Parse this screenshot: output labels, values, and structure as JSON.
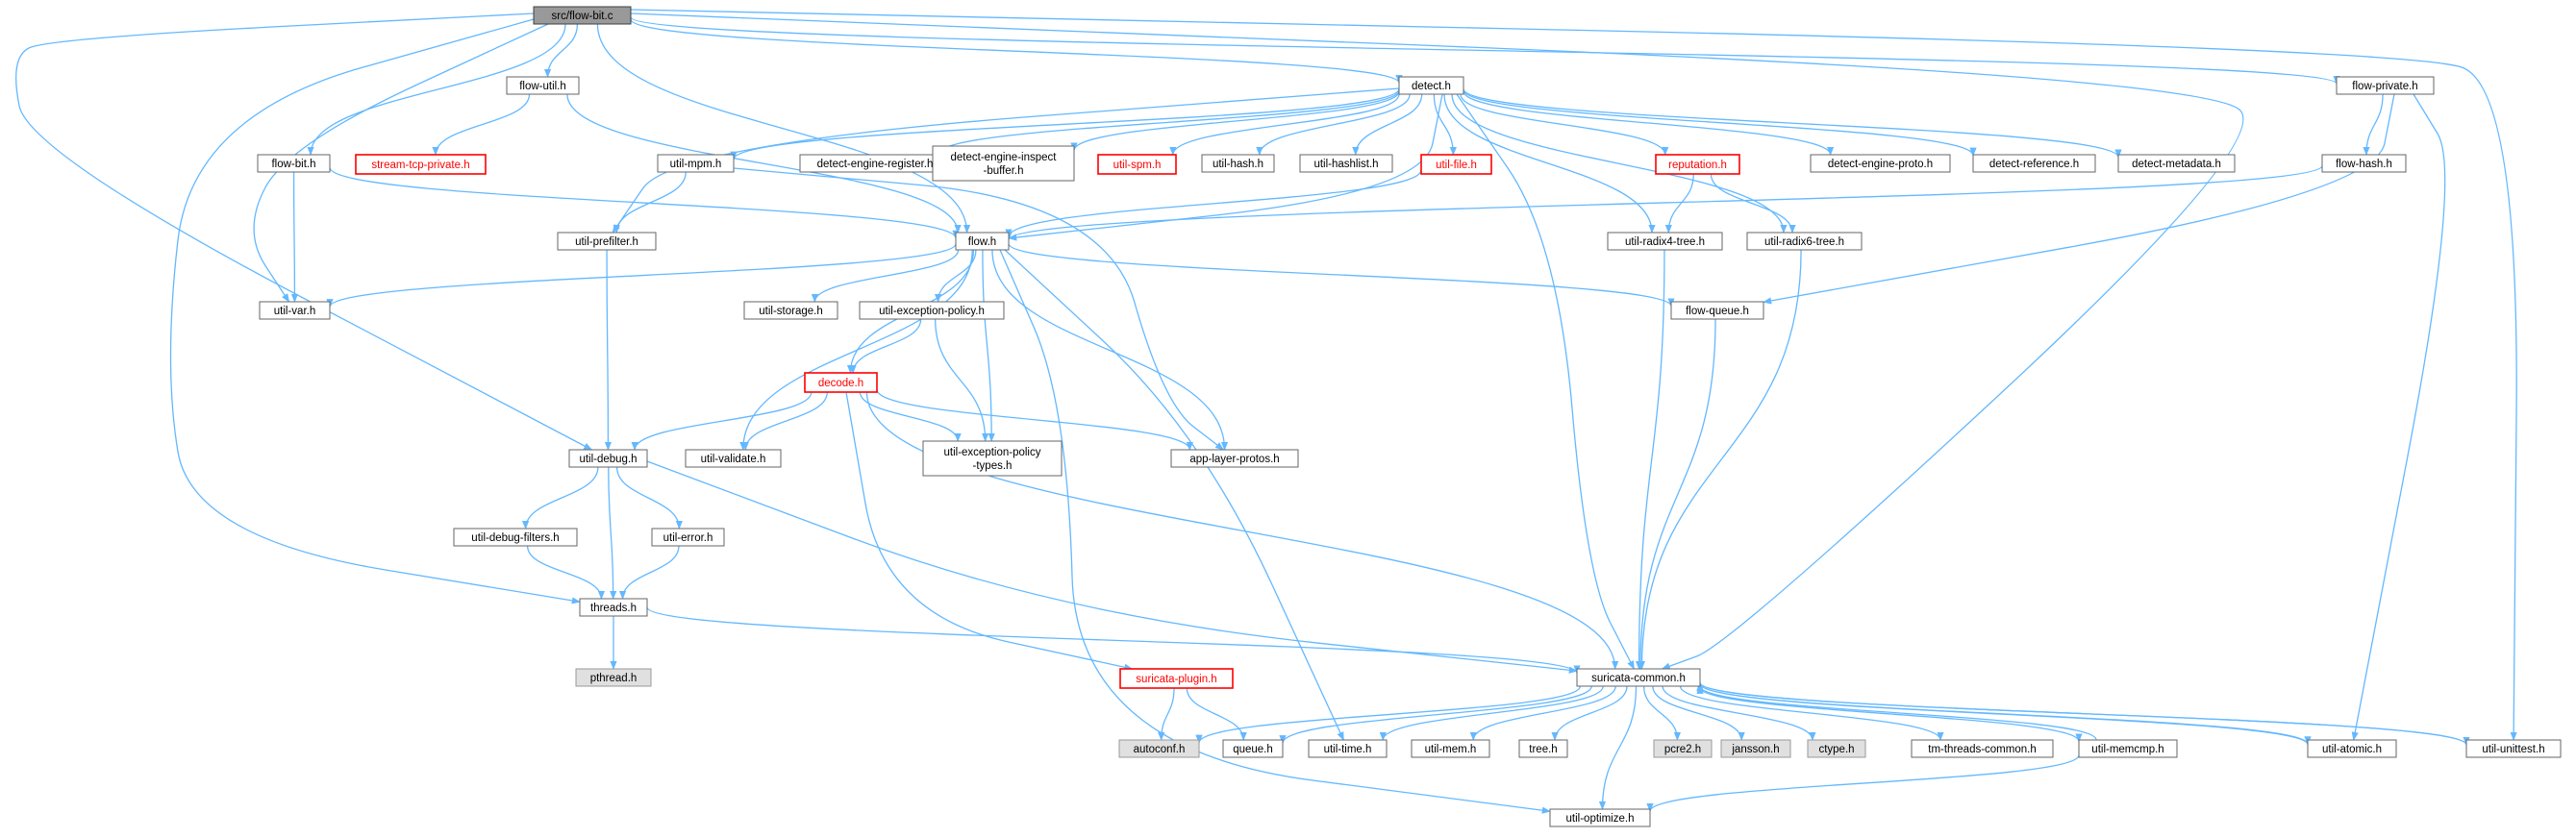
{
  "graph": {
    "colors": {
      "edge": "#63b8ff",
      "node_border": "#666666",
      "node_fill": "#ffffff",
      "root_fill": "#999999",
      "missing_fill": "#e0e0e0",
      "missing_border": "#999999",
      "truncated_border": "#ff0000",
      "text": "#000000",
      "truncated_text": "#ff0000"
    },
    "nodes": [
      {
        "id": "src_flow_bit_c",
        "label": "src/flow-bit.c",
        "style": "root"
      },
      {
        "id": "detect_h",
        "label": "detect.h",
        "style": "normal"
      },
      {
        "id": "flow_private_h",
        "label": "flow-private.h",
        "style": "normal"
      },
      {
        "id": "flow_util_h",
        "label": "flow-util.h",
        "style": "normal"
      },
      {
        "id": "flow_bit_h",
        "label": "flow-bit.h",
        "style": "normal"
      },
      {
        "id": "stream_tcp_private_h",
        "label": "stream-tcp-private.h",
        "style": "truncated"
      },
      {
        "id": "util_mpm_h",
        "label": "util-mpm.h",
        "style": "normal"
      },
      {
        "id": "detect_engine_register_h",
        "label": "detect-engine-register.h",
        "style": "normal"
      },
      {
        "id": "detect_engine_inspect_buffer_h",
        "label": "detect-engine-inspect\n-buffer.h",
        "style": "normal"
      },
      {
        "id": "util_spm_h",
        "label": "util-spm.h",
        "style": "truncated"
      },
      {
        "id": "util_hash_h",
        "label": "util-hash.h",
        "style": "normal"
      },
      {
        "id": "util_hashlist_h",
        "label": "util-hashlist.h",
        "style": "normal"
      },
      {
        "id": "util_file_h",
        "label": "util-file.h",
        "style": "truncated"
      },
      {
        "id": "reputation_h",
        "label": "reputation.h",
        "style": "truncated"
      },
      {
        "id": "detect_engine_proto_h",
        "label": "detect-engine-proto.h",
        "style": "normal"
      },
      {
        "id": "detect_reference_h",
        "label": "detect-reference.h",
        "style": "normal"
      },
      {
        "id": "detect_metadata_h",
        "label": "detect-metadata.h",
        "style": "normal"
      },
      {
        "id": "flow_hash_h",
        "label": "flow-hash.h",
        "style": "normal"
      },
      {
        "id": "util_prefilter_h",
        "label": "util-prefilter.h",
        "style": "normal"
      },
      {
        "id": "flow_h",
        "label": "flow.h",
        "style": "normal"
      },
      {
        "id": "util_radix4_tree_h",
        "label": "util-radix4-tree.h",
        "style": "normal"
      },
      {
        "id": "util_radix6_tree_h",
        "label": "util-radix6-tree.h",
        "style": "normal"
      },
      {
        "id": "util_var_h",
        "label": "util-var.h",
        "style": "normal"
      },
      {
        "id": "util_storage_h",
        "label": "util-storage.h",
        "style": "normal"
      },
      {
        "id": "util_exception_policy_h",
        "label": "util-exception-policy.h",
        "style": "normal"
      },
      {
        "id": "flow_queue_h",
        "label": "flow-queue.h",
        "style": "normal"
      },
      {
        "id": "decode_h",
        "label": "decode.h",
        "style": "truncated"
      },
      {
        "id": "util_debug_h",
        "label": "util-debug.h",
        "style": "normal"
      },
      {
        "id": "util_validate_h",
        "label": "util-validate.h",
        "style": "normal"
      },
      {
        "id": "util_exception_policy_types_h",
        "label": "util-exception-policy\n-types.h",
        "style": "normal"
      },
      {
        "id": "app_layer_protos_h",
        "label": "app-layer-protos.h",
        "style": "normal"
      },
      {
        "id": "util_debug_filters_h",
        "label": "util-debug-filters.h",
        "style": "normal"
      },
      {
        "id": "util_error_h",
        "label": "util-error.h",
        "style": "normal"
      },
      {
        "id": "threads_h",
        "label": "threads.h",
        "style": "normal"
      },
      {
        "id": "pthread_h",
        "label": "pthread.h",
        "style": "missing"
      },
      {
        "id": "suricata_plugin_h",
        "label": "suricata-plugin.h",
        "style": "truncated"
      },
      {
        "id": "suricata_common_h",
        "label": "suricata-common.h",
        "style": "normal"
      },
      {
        "id": "autoconf_h",
        "label": "autoconf.h",
        "style": "missing"
      },
      {
        "id": "queue_h",
        "label": "queue.h",
        "style": "normal"
      },
      {
        "id": "util_time_h",
        "label": "util-time.h",
        "style": "normal"
      },
      {
        "id": "util_mem_h",
        "label": "util-mem.h",
        "style": "normal"
      },
      {
        "id": "tree_h",
        "label": "tree.h",
        "style": "normal"
      },
      {
        "id": "pcre2_h",
        "label": "pcre2.h",
        "style": "missing"
      },
      {
        "id": "jansson_h",
        "label": "jansson.h",
        "style": "missing"
      },
      {
        "id": "ctype_h",
        "label": "ctype.h",
        "style": "missing"
      },
      {
        "id": "tm_threads_common_h",
        "label": "tm-threads-common.h",
        "style": "normal"
      },
      {
        "id": "util_memcmp_h",
        "label": "util-memcmp.h",
        "style": "normal"
      },
      {
        "id": "util_atomic_h",
        "label": "util-atomic.h",
        "style": "normal"
      },
      {
        "id": "util_unittest_h",
        "label": "util-unittest.h",
        "style": "normal"
      },
      {
        "id": "util_optimize_h",
        "label": "util-optimize.h",
        "style": "normal"
      }
    ],
    "edges": [
      [
        "src_flow_bit_c",
        "detect_h"
      ],
      [
        "src_flow_bit_c",
        "flow_private_h"
      ],
      [
        "src_flow_bit_c",
        "flow_util_h"
      ],
      [
        "src_flow_bit_c",
        "flow_bit_h"
      ],
      [
        "src_flow_bit_c",
        "flow_h"
      ],
      [
        "src_flow_bit_c",
        "util_var_h"
      ],
      [
        "src_flow_bit_c",
        "util_debug_h"
      ],
      [
        "src_flow_bit_c",
        "threads_h"
      ],
      [
        "src_flow_bit_c",
        "suricata_common_h"
      ],
      [
        "src_flow_bit_c",
        "util_unittest_h"
      ],
      [
        "flow_util_h",
        "stream_tcp_private_h"
      ],
      [
        "flow_util_h",
        "flow_h"
      ],
      [
        "flow_bit_h",
        "flow_h"
      ],
      [
        "flow_bit_h",
        "util_var_h"
      ],
      [
        "detect_h",
        "util_mpm_h"
      ],
      [
        "detect_h",
        "detect_engine_register_h"
      ],
      [
        "detect_h",
        "detect_engine_inspect_buffer_h"
      ],
      [
        "detect_h",
        "util_spm_h"
      ],
      [
        "detect_h",
        "util_hash_h"
      ],
      [
        "detect_h",
        "util_hashlist_h"
      ],
      [
        "detect_h",
        "util_file_h"
      ],
      [
        "detect_h",
        "reputation_h"
      ],
      [
        "detect_h",
        "detect_engine_proto_h"
      ],
      [
        "detect_h",
        "detect_reference_h"
      ],
      [
        "detect_h",
        "detect_metadata_h"
      ],
      [
        "detect_h",
        "flow_h"
      ],
      [
        "detect_h",
        "util_prefilter_h"
      ],
      [
        "detect_h",
        "util_radix4_tree_h"
      ],
      [
        "detect_h",
        "util_radix6_tree_h"
      ],
      [
        "detect_h",
        "suricata_common_h"
      ],
      [
        "util_mpm_h",
        "util_prefilter_h"
      ],
      [
        "util_mpm_h",
        "app_layer_protos_h"
      ],
      [
        "util_file_h",
        "flow_h"
      ],
      [
        "reputation_h",
        "util_radix4_tree_h"
      ],
      [
        "reputation_h",
        "util_radix6_tree_h"
      ],
      [
        "flow_private_h",
        "flow_hash_h"
      ],
      [
        "flow_private_h",
        "flow_queue_h"
      ],
      [
        "flow_private_h",
        "util_atomic_h"
      ],
      [
        "flow_hash_h",
        "flow_h"
      ],
      [
        "util_prefilter_h",
        "util_debug_h"
      ],
      [
        "flow_h",
        "util_var_h"
      ],
      [
        "flow_h",
        "util_storage_h"
      ],
      [
        "flow_h",
        "util_exception_policy_h"
      ],
      [
        "flow_h",
        "flow_queue_h"
      ],
      [
        "flow_h",
        "decode_h"
      ],
      [
        "flow_h",
        "util_validate_h"
      ],
      [
        "flow_h",
        "util_exception_policy_types_h"
      ],
      [
        "flow_h",
        "app_layer_protos_h"
      ],
      [
        "flow_h",
        "util_time_h"
      ],
      [
        "flow_h",
        "util_optimize_h"
      ],
      [
        "util_radix4_tree_h",
        "suricata_common_h"
      ],
      [
        "util_radix6_tree_h",
        "suricata_common_h"
      ],
      [
        "flow_queue_h",
        "suricata_common_h"
      ],
      [
        "util_exception_policy_h",
        "decode_h"
      ],
      [
        "util_exception_policy_h",
        "util_exception_policy_types_h"
      ],
      [
        "decode_h",
        "util_debug_h"
      ],
      [
        "decode_h",
        "util_validate_h"
      ],
      [
        "decode_h",
        "util_exception_policy_types_h"
      ],
      [
        "decode_h",
        "app_layer_protos_h"
      ],
      [
        "decode_h",
        "suricata_plugin_h"
      ],
      [
        "decode_h",
        "suricata_common_h"
      ],
      [
        "util_debug_h",
        "util_debug_filters_h"
      ],
      [
        "util_debug_h",
        "util_error_h"
      ],
      [
        "util_debug_h",
        "threads_h"
      ],
      [
        "util_debug_h",
        "suricata_common_h"
      ],
      [
        "util_debug_filters_h",
        "threads_h"
      ],
      [
        "util_error_h",
        "threads_h"
      ],
      [
        "threads_h",
        "pthread_h"
      ],
      [
        "threads_h",
        "suricata_common_h"
      ],
      [
        "suricata_plugin_h",
        "autoconf_h"
      ],
      [
        "suricata_plugin_h",
        "queue_h"
      ],
      [
        "suricata_common_h",
        "autoconf_h"
      ],
      [
        "suricata_common_h",
        "queue_h"
      ],
      [
        "suricata_common_h",
        "util_time_h"
      ],
      [
        "suricata_common_h",
        "util_mem_h"
      ],
      [
        "suricata_common_h",
        "tree_h"
      ],
      [
        "suricata_common_h",
        "pcre2_h"
      ],
      [
        "suricata_common_h",
        "jansson_h"
      ],
      [
        "suricata_common_h",
        "ctype_h"
      ],
      [
        "suricata_common_h",
        "tm_threads_common_h"
      ],
      [
        "suricata_common_h",
        "util_memcmp_h"
      ],
      [
        "suricata_common_h",
        "util_atomic_h"
      ],
      [
        "suricata_common_h",
        "util_unittest_h"
      ],
      [
        "suricata_common_h",
        "util_optimize_h"
      ],
      [
        "util_memcmp_h",
        "suricata_common_h"
      ],
      [
        "util_memcmp_h",
        "util_optimize_h"
      ],
      [
        "util_atomic_h",
        "suricata_common_h"
      ],
      [
        "util_unittest_h",
        "suricata_common_h"
      ]
    ]
  }
}
